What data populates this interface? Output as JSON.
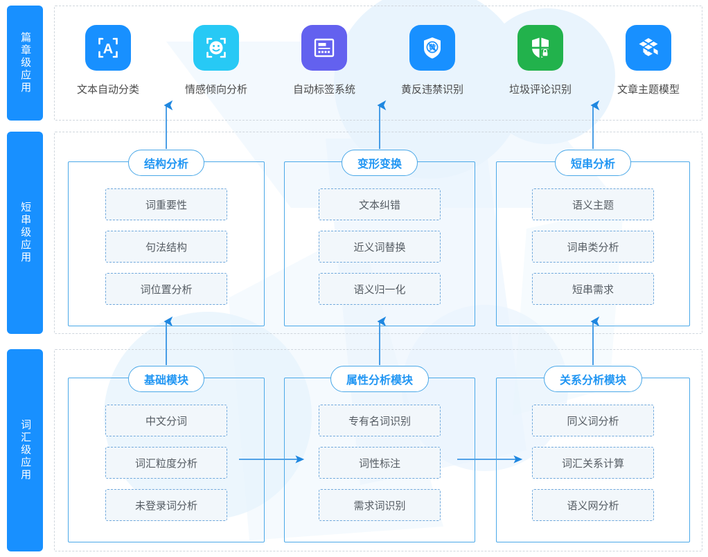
{
  "colors": {
    "rail_blue": "#1890ff",
    "panel_border": "#4aa8e8",
    "panel_title_text": "#2196f3",
    "item_border": "#6fa8dc",
    "item_fill": "#f2f7fb",
    "arrow_blue": "#1f87e0",
    "dashed_gray": "#cfd6dd",
    "label_gray": "#4a4a4a",
    "bg_blob": "#eaf4fd"
  },
  "rails": [
    {
      "id": "rail-document-level",
      "label": "篇章级应用"
    },
    {
      "id": "rail-shortstring-level",
      "label": "短串级应用"
    },
    {
      "id": "rail-lexical-level",
      "label": "词汇级应用"
    }
  ],
  "applications": [
    {
      "id": "text-auto-classification",
      "label": "文本自动分类",
      "icon": "bracket-a-icon",
      "bg": "#1890ff"
    },
    {
      "id": "sentiment-analysis",
      "label": "情感倾向分析",
      "icon": "smiley-scan-icon",
      "bg": "#27c9f5"
    },
    {
      "id": "auto-tagging-system",
      "label": "自动标签系统",
      "icon": "form-list-icon",
      "bg": "#6361ef"
    },
    {
      "id": "porn-violation-detection",
      "label": "黄反违禁识别",
      "icon": "shield-ban-icon",
      "bg": "#1890ff"
    },
    {
      "id": "spam-comment-detection",
      "label": "垃圾评论识别",
      "icon": "shield-lock-icon",
      "bg": "#22b24c"
    },
    {
      "id": "article-topic-model",
      "label": "文章主题模型",
      "icon": "cube-stack-icon",
      "bg": "#1890ff"
    }
  ],
  "middle_row": [
    {
      "id": "structure-analysis",
      "title": "结构分析",
      "items": [
        "词重要性",
        "句法结构",
        "词位置分析"
      ]
    },
    {
      "id": "transform-conversion",
      "title": "变形变换",
      "items": [
        "文本纠错",
        "近义词替换",
        "语义归一化"
      ]
    },
    {
      "id": "short-string-analysis",
      "title": "短串分析",
      "items": [
        "语义主题",
        "词串类分析",
        "短串需求"
      ]
    }
  ],
  "bottom_row": [
    {
      "id": "base-module",
      "title": "基础模块",
      "items": [
        "中文分词",
        "词汇粒度分析",
        "未登录词分析"
      ]
    },
    {
      "id": "attribute-analysis-module",
      "title": "属性分析模块",
      "items": [
        "专有名词识别",
        "词性标注",
        "需求词识别"
      ]
    },
    {
      "id": "relation-analysis-module",
      "title": "关系分析模块",
      "items": [
        "同义词分析",
        "词汇关系计算",
        "语义网分析"
      ]
    }
  ]
}
